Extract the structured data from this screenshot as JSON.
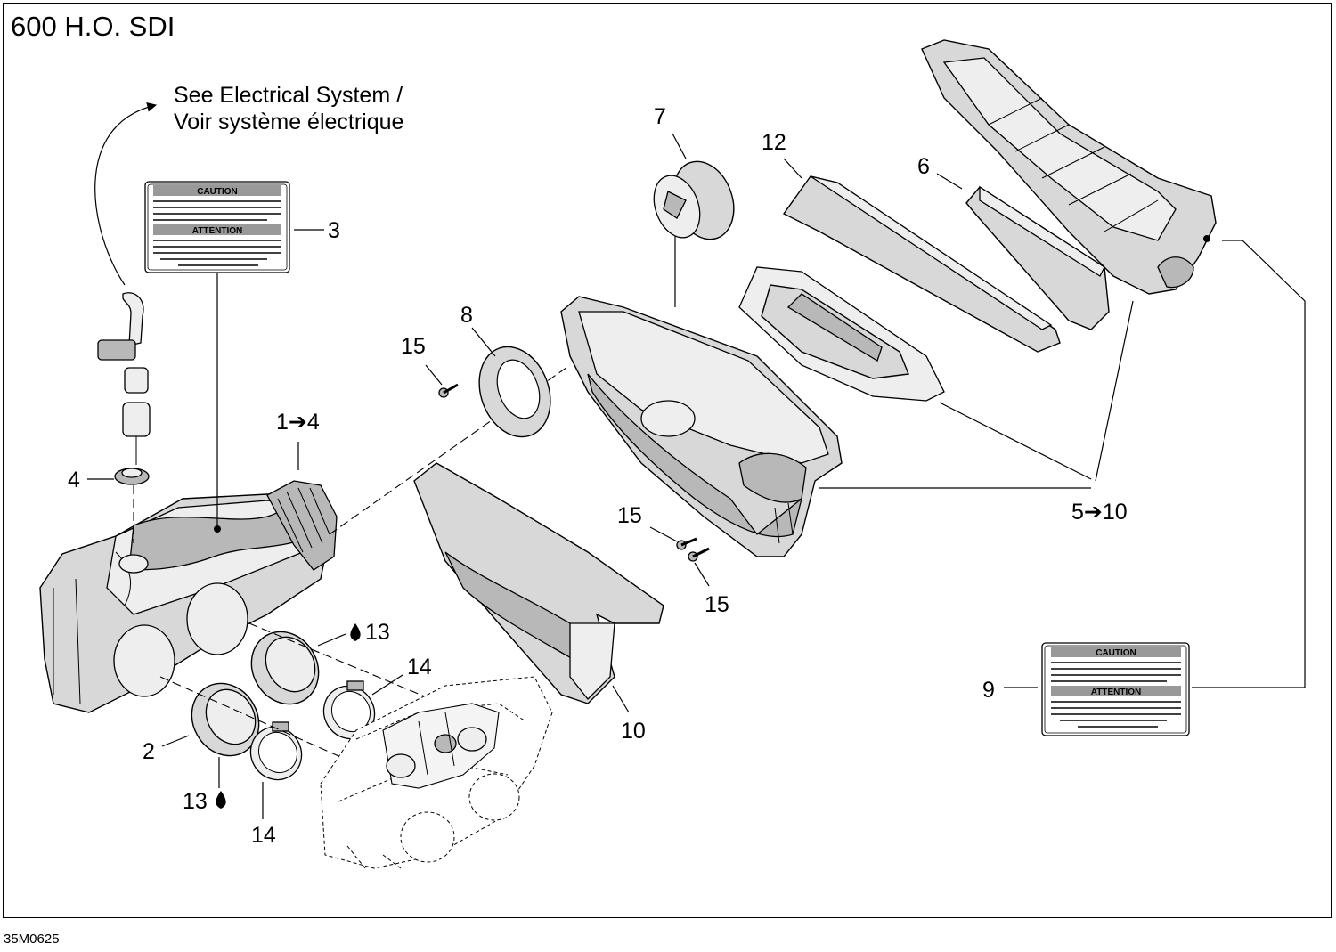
{
  "title": "600 H.O. SDI",
  "note": {
    "line1": "See Electrical System /",
    "line2": "Voir système électrique"
  },
  "drawing_code": "35M0625",
  "callouts": {
    "c1_4": "1➔4",
    "c2": "2",
    "c3": "3",
    "c4": "4",
    "c5_10": "5➔10",
    "c6": "6",
    "c7": "7",
    "c8": "8",
    "c9": "9",
    "c10": "10",
    "c12": "12",
    "c13a": "13",
    "c13b": "13",
    "c14a": "14",
    "c14b": "14",
    "c15a": "15",
    "c15b": "15",
    "c15c": "15"
  },
  "label_text": {
    "caution": "CAUTION",
    "attention": "ATTENTION"
  }
}
